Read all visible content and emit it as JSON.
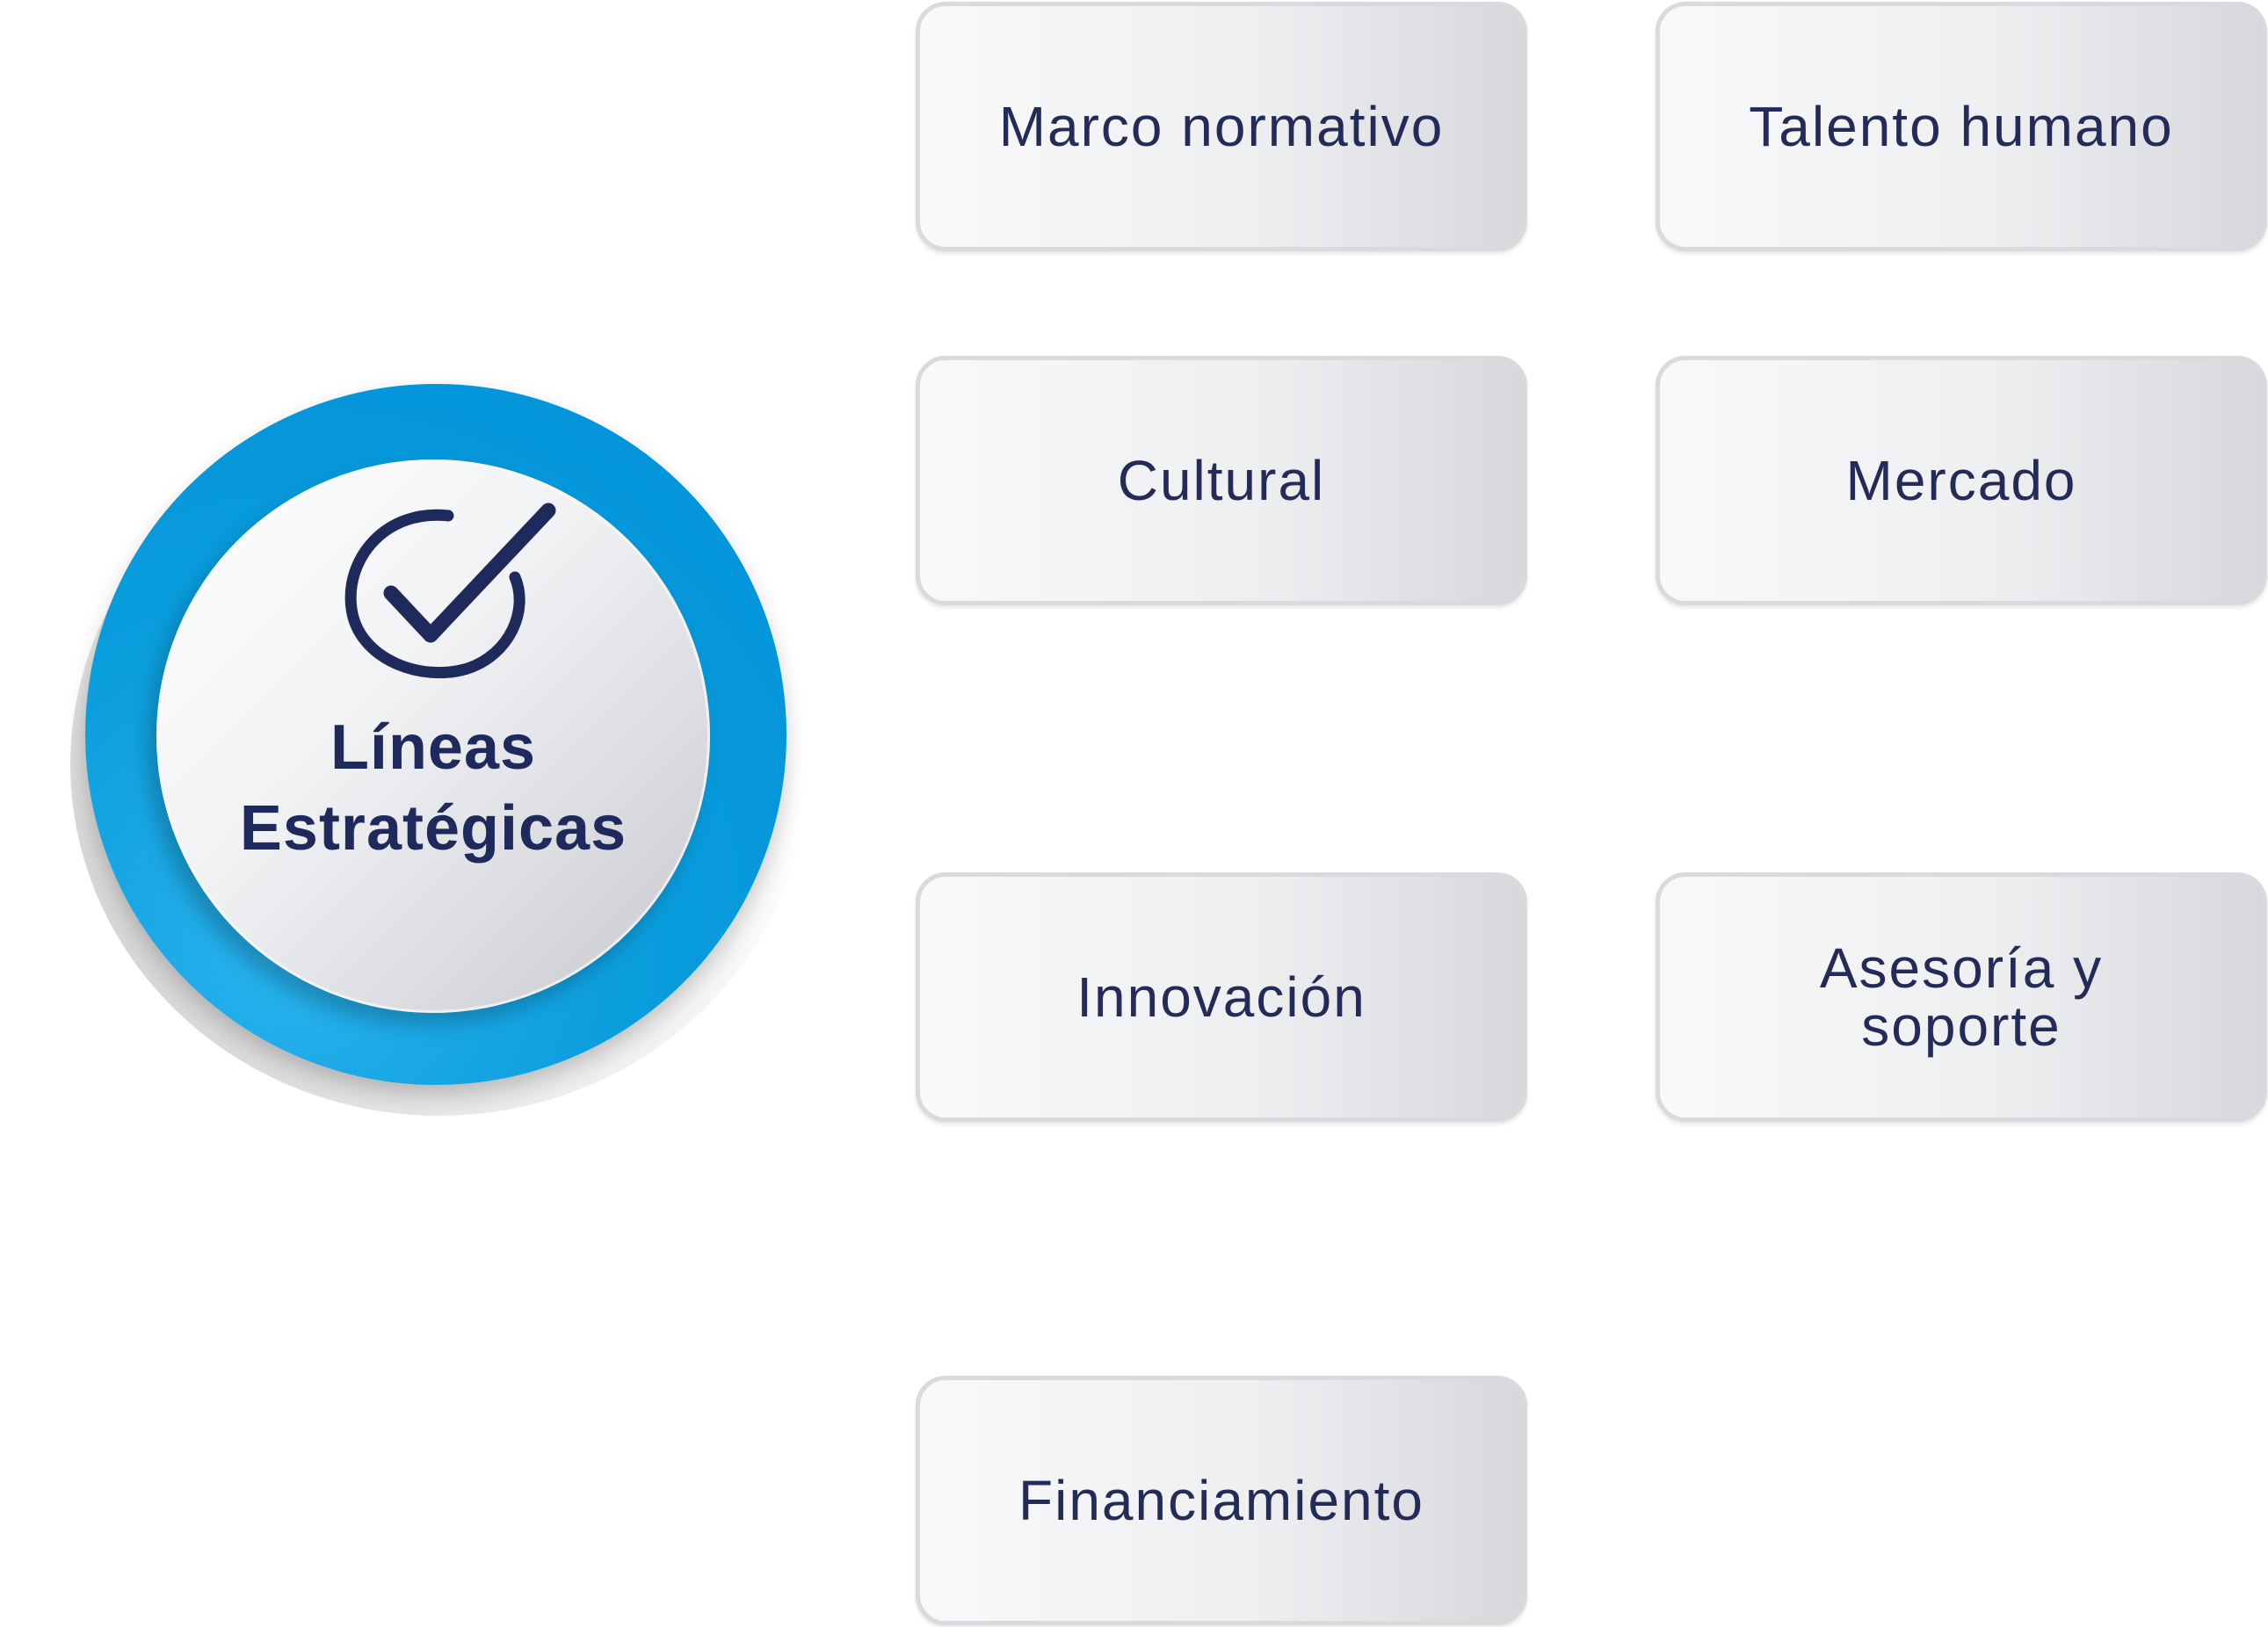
{
  "hub": {
    "title_line1": "Líneas",
    "title_line2": "Estratégicas",
    "icon": "checkmark-circle-icon"
  },
  "cards": [
    {
      "label": "Marco normativo"
    },
    {
      "label": "Talento humano"
    },
    {
      "label": "Cultural"
    },
    {
      "label": "Mercado"
    },
    {
      "label": "Innovación"
    },
    {
      "label": "Asesoría y soporte"
    },
    {
      "label": "Financiamiento"
    }
  ],
  "colors": {
    "ring_blue": "#0a9ddc",
    "text_navy": "#1f2a5c",
    "card_border": "#d9dadd"
  }
}
